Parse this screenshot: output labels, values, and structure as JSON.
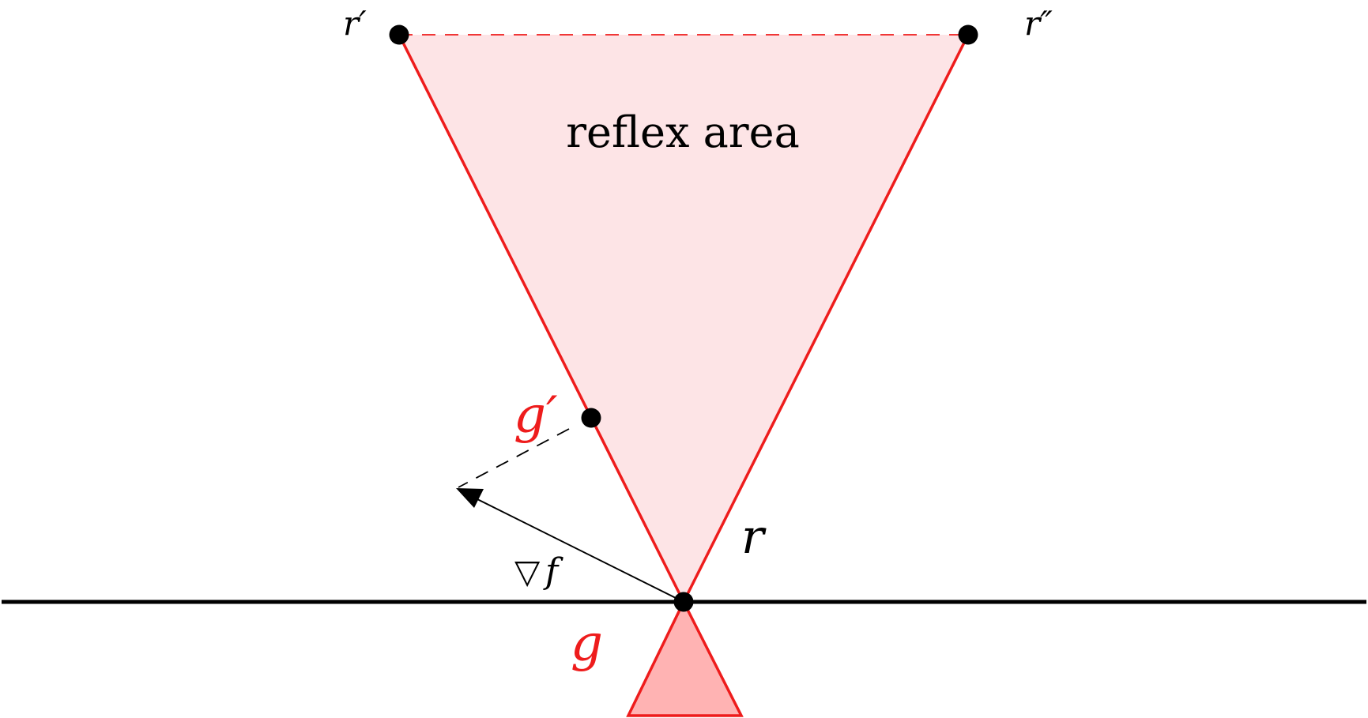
{
  "labels": {
    "r_prime": "r′",
    "r_double_prime": "r″",
    "reflex_area": "reflex area",
    "g_prime": "g′",
    "gradient_symbol": "▽",
    "gradient_f": "f",
    "r": "r",
    "g": "g"
  },
  "colors": {
    "region_edge": "#ee1c1c",
    "reflex_fill": "#fde4e6",
    "g_fill": "#ffb3b3",
    "label_red": "#ee1c1c",
    "ink": "#000000"
  }
}
